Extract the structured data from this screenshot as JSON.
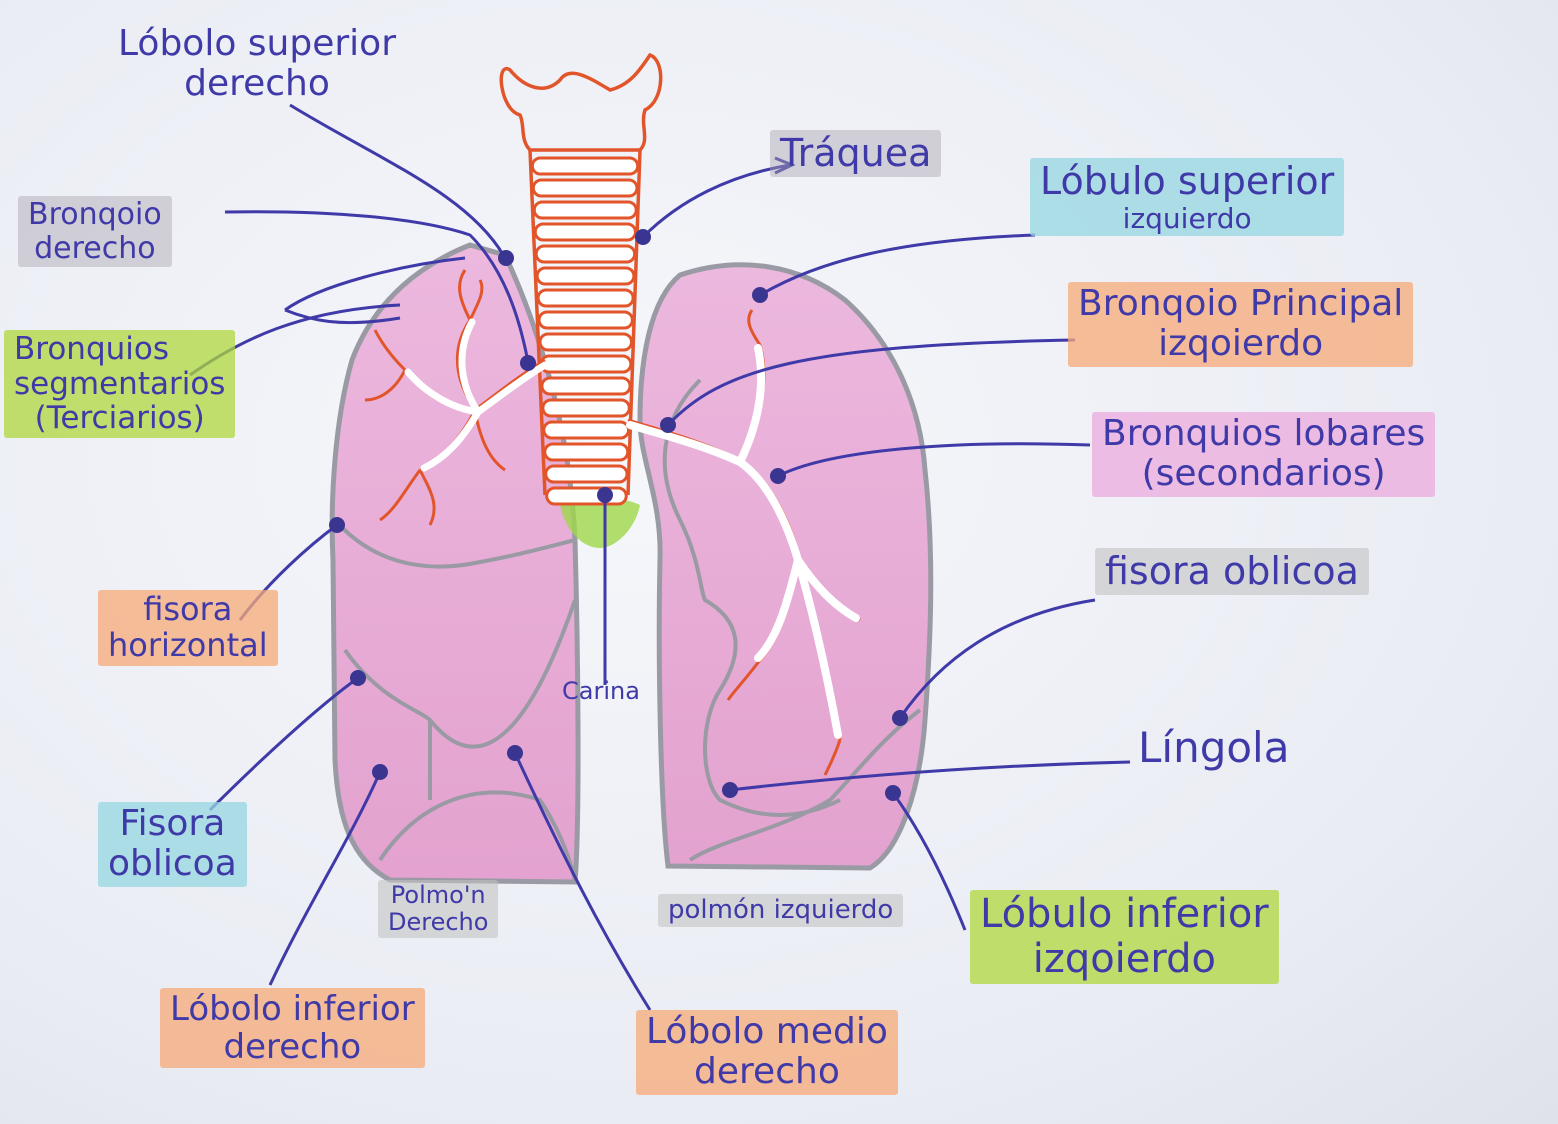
{
  "labels": {
    "lobulo_superior_derecho": [
      "Lóbolo superior",
      "derecho"
    ],
    "traquea": [
      "Tráquea"
    ],
    "bronquio_derecho": [
      "Bronqoio",
      "derecho"
    ],
    "lobulo_superior_izquierdo": [
      "Lóbulo superior",
      "izquierdo"
    ],
    "bronquio_principal_izquierdo": [
      "Bronqoio Principal",
      "izqoierdo"
    ],
    "bronquios_segmentarios": [
      "Bronquios",
      "segmentarios",
      "(Terciarios)"
    ],
    "bronquios_lobares": [
      "Bronquios lobares",
      "(secondarios)"
    ],
    "fisura_horizontal": [
      "fisora",
      "horizontal"
    ],
    "fisura_oblicua_izquierda": [
      "fisora oblicoa"
    ],
    "carina": [
      "Carina"
    ],
    "lingula": [
      "Língola"
    ],
    "fisura_oblicua_derecha": [
      "Fisora",
      "oblicoa"
    ],
    "pulmon_derecho": [
      "Polmo'n",
      "Derecho"
    ],
    "pulmon_izquierdo": [
      "polmón izquierdo"
    ],
    "lobulo_inferior_izquierdo": [
      "Lóbulo inferior",
      "izqoierdo"
    ],
    "lobulo_inferior_derecho": [
      "Lóbolo inferior",
      "derecho"
    ],
    "lobulo_medio_derecho": [
      "Lóbolo medio",
      "derecho"
    ]
  },
  "colors": {
    "ink": "#3f3aa8",
    "lung_fill": "#e7aed6",
    "lung_outline": "#9a9aa4",
    "airway": "#e2552a",
    "carina_highlight": "#9ed84a"
  }
}
